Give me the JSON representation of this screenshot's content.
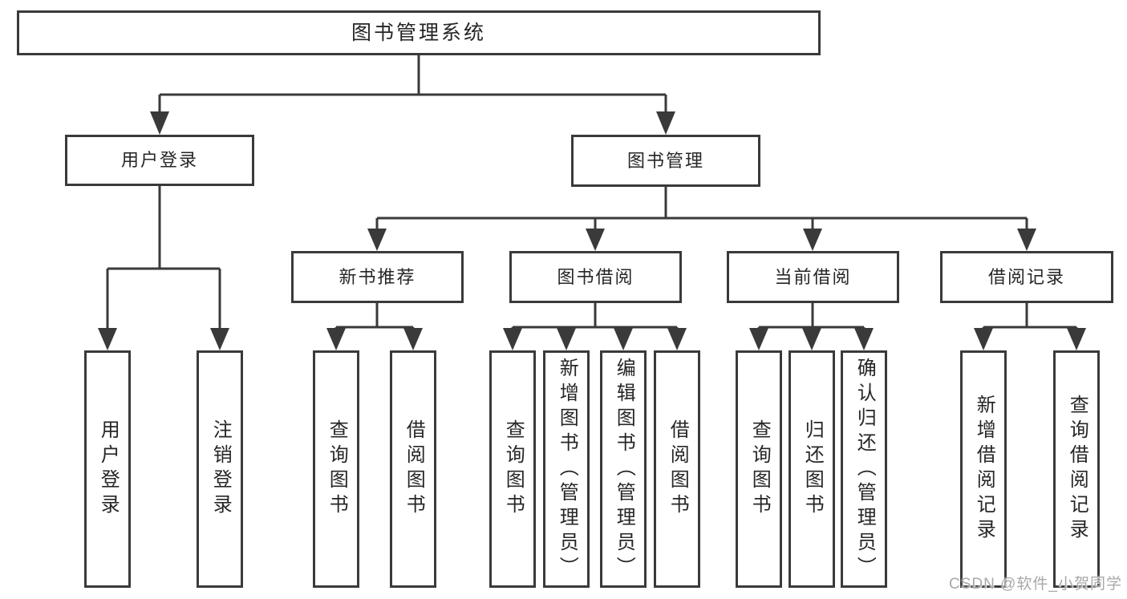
{
  "diagram": {
    "root": "图书管理系统",
    "branches": {
      "user_login": "用户登录",
      "book_mgmt": "图书管理",
      "new_book": "新书推荐",
      "book_borrow": "图书借阅",
      "current_borrow": "当前借阅",
      "borrow_record": "借阅记录"
    },
    "leaves": {
      "user_login": [
        "用户登录",
        "注销登录"
      ],
      "new_book": [
        "查询图书",
        "借阅图书"
      ],
      "book_borrow": [
        "查询图书",
        "新增图书（管理员）",
        "编辑图书（管理员）",
        "借阅图书"
      ],
      "current_borrow": [
        "查询图书",
        "归还图书",
        "确认归还（管理员）"
      ],
      "borrow_record": [
        "新增借阅记录",
        "查询借阅记录"
      ]
    }
  },
  "watermark": "CSDN @软件_小贺同学",
  "colors": {
    "line": "#3a3a3a",
    "text": "#262626",
    "watermark": "#a8a8a8",
    "background": "#ffffff"
  }
}
